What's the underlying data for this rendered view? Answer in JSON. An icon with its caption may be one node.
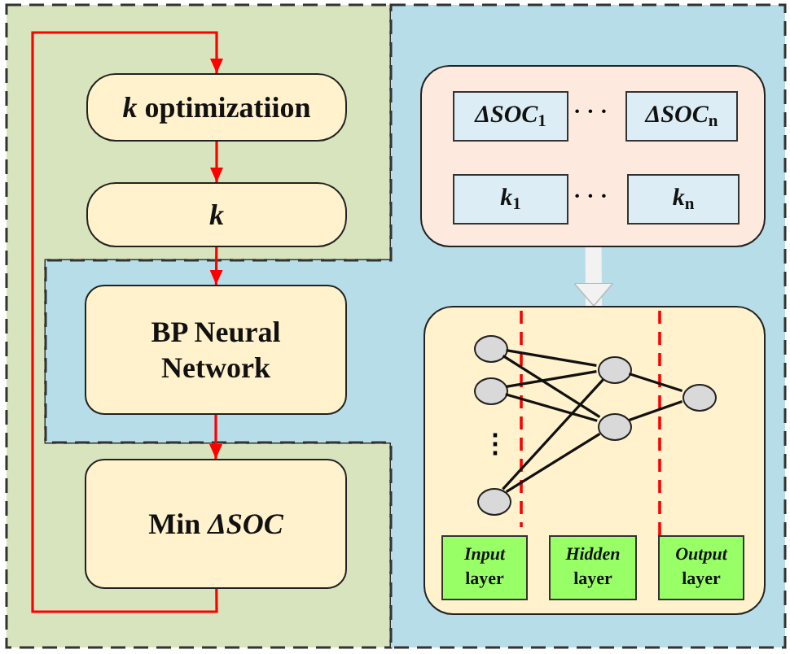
{
  "diagram": {
    "nodes": [
      {
        "text": [
          "*k* optimizatiion"
        ]
      },
      {
        "text": [
          "*k*"
        ]
      },
      {
        "text": [
          "BP Neural Network"
        ]
      },
      {
        "text": [
          "Min *ΔSOC*"
        ]
      },
      {
        "text": [],
        "shape": "box"
      },
      {
        "text": [
          "*ΔSOC*$_{1}$"
        ],
        "in": 4
      },
      {
        "text": [
          "*ΔSOC*$_{n}$"
        ],
        "in": 4
      },
      {
        "text": [
          "*k*$_{1}$"
        ],
        "in": 4
      },
      {
        "text": [
          "*k*$_{n}$"
        ],
        "in": 4
      },
      {
        "text": [],
        "shape": "box"
      },
      {
        "text": [],
        "shape": "circle",
        "in": 9
      },
      {
        "text": [],
        "shape": "circle",
        "in": 9
      },
      {
        "text": [],
        "shape": "circle",
        "in": 9
      },
      {
        "text": [],
        "shape": "circle",
        "in": 9
      },
      {
        "text": [],
        "shape": "circle",
        "in": 9
      },
      {
        "text": [],
        "shape": "circle",
        "in": 9
      },
      {
        "text": [
          "*Input* layer"
        ],
        "in": 9
      },
      {
        "text": [
          "*Hidden* layer"
        ],
        "in": 9
      },
      {
        "text": [
          "*Output* layer"
        ],
        "in": 9
      }
    ],
    "edges": [
      {
        "from": 0,
        "to": 1,
        "arrow": "to",
        "color": "#ff0000"
      },
      {
        "from": 1,
        "to": 2,
        "arrow": "to",
        "color": "#ff0000"
      },
      {
        "from": 2,
        "to": 3,
        "arrow": "to",
        "color": "#ff0000"
      },
      {
        "from": 3,
        "to": 0,
        "arrow": "to",
        "color": "#ff0000"
      },
      {
        "from": 4,
        "to": 9,
        "arrow": "to",
        "style": "thick",
        "color": "#f2f2f2"
      },
      {
        "from": 10,
        "to": 13,
        "arrow": "none"
      },
      {
        "from": 10,
        "to": 14,
        "arrow": "none"
      },
      {
        "from": 11,
        "to": 13,
        "arrow": "none"
      },
      {
        "from": 11,
        "to": 14,
        "arrow": "none"
      },
      {
        "from": 12,
        "to": 13,
        "arrow": "none"
      },
      {
        "from": 12,
        "to": 14,
        "arrow": "none"
      },
      {
        "from": 13,
        "to": 15,
        "arrow": "none"
      },
      {
        "from": 14,
        "to": 15,
        "arrow": "none"
      }
    ],
    "labels": [
      "· · ·",
      "· · ·",
      "⋮"
    ]
  }
}
